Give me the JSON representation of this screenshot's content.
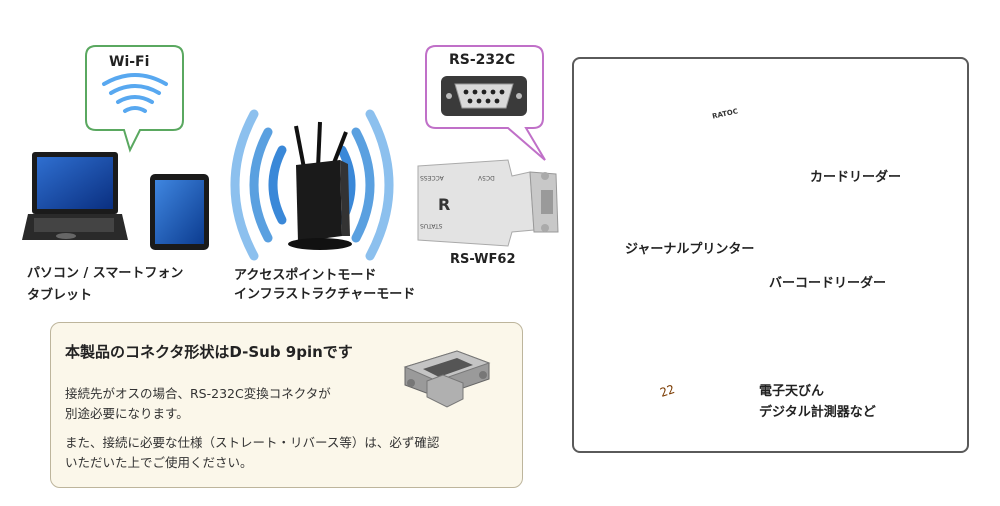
{
  "wifi_callout": {
    "label": "Wi-Fi"
  },
  "rs232c_callout": {
    "label": "RS-232C"
  },
  "left_devices": {
    "line1": "パソコン / スマートフォン",
    "line2": "タブレット"
  },
  "access_point": {
    "line1": "アクセスポイントモード",
    "line2": "インフラストラクチャーモード"
  },
  "adapter": {
    "model": "RS-WF62",
    "print_status": "STATUS",
    "print_access": "ACCESS",
    "print_dc": "DC5V"
  },
  "devices": {
    "journal_printer": "ジャーナルプリンター",
    "card_reader": "カードリーダー",
    "barcode_reader": "バーコードリーダー",
    "scale_line1": "電子天びん",
    "scale_line2": "デジタル計測器など",
    "printer_paper_brand": "RATOC",
    "scale_display": "22"
  },
  "note": {
    "title": "本製品のコネクタ形状はD-Sub 9pinです",
    "line1": "接続先がオスの場合、RS-232C変換コネクタが",
    "line2": "別途必要になります。",
    "line3": "また、接続に必要な仕様（ストレート・リバース等）は、必ず確認",
    "line4": "いただいた上でご使用ください。"
  },
  "colors": {
    "wifi_border": "#5aa860",
    "rs232c_border": "#c070c8",
    "wave": "#3a88d8",
    "note_bg": "#fbf7ea",
    "box_border": "#5a5a5a"
  }
}
